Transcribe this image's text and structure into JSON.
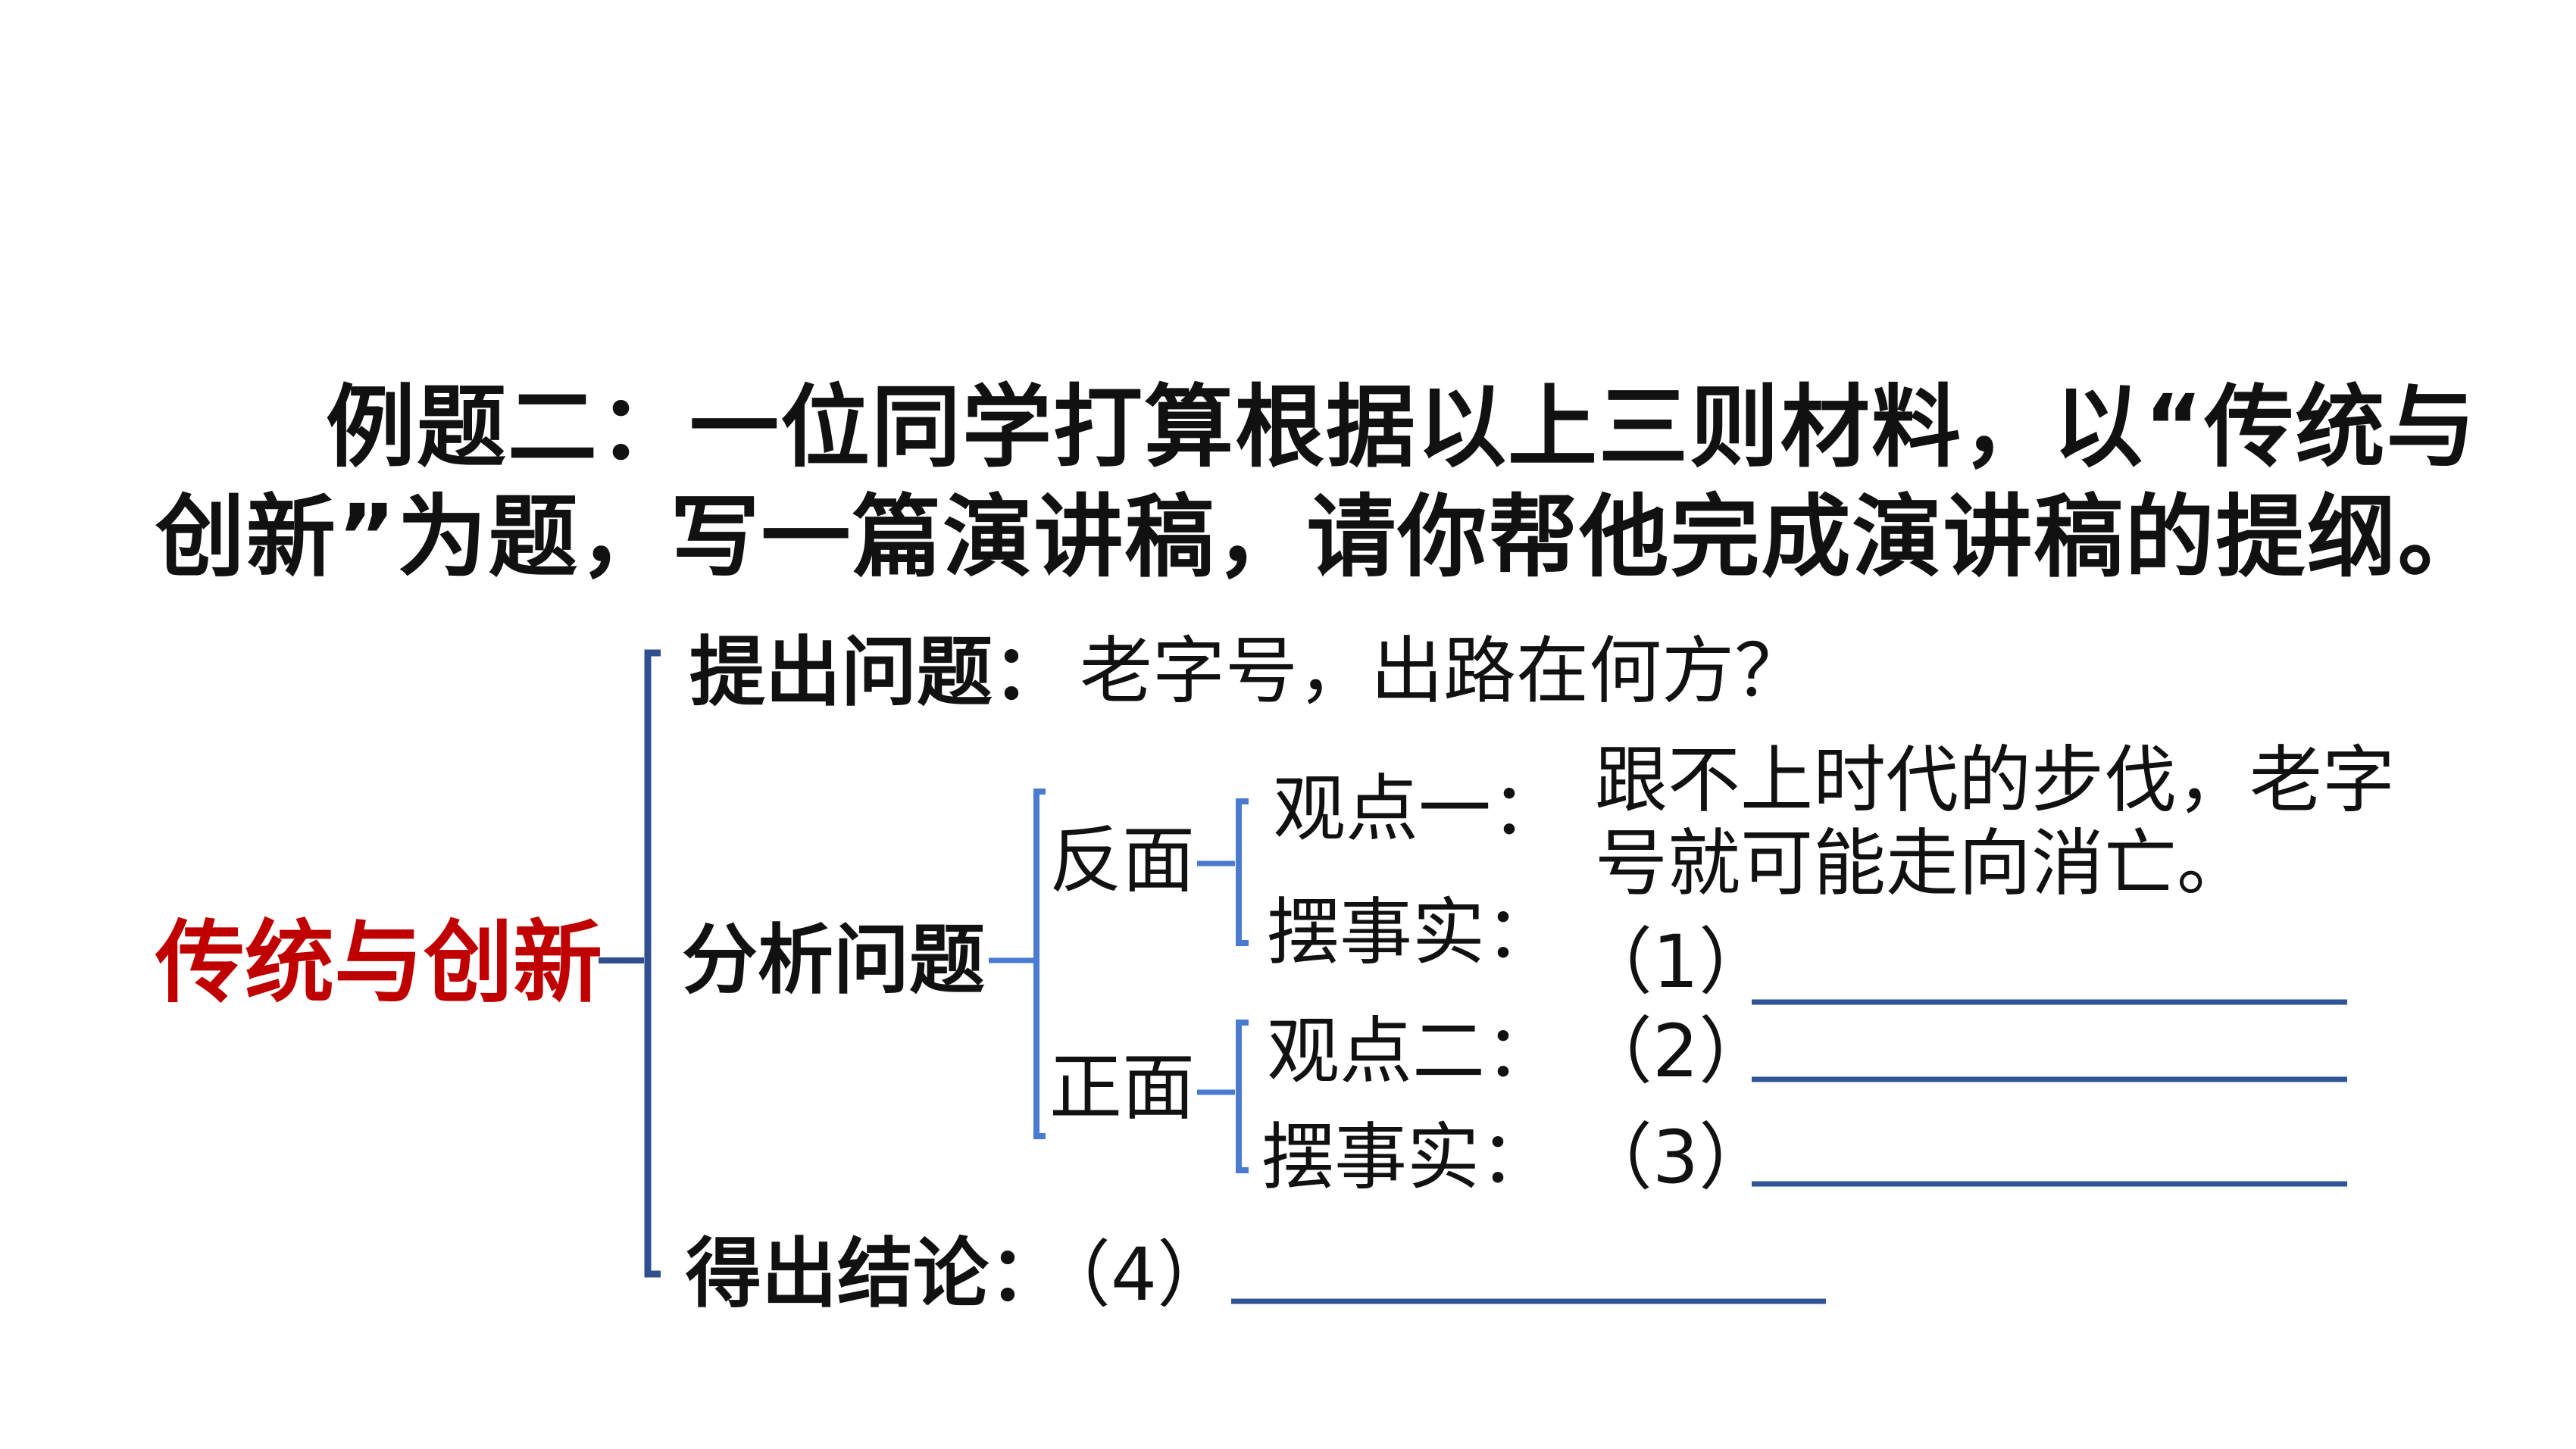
{
  "question": {
    "line1": "例题二：一位同学打算根据以上三则材料，以“传统与",
    "line2": "创新”为题，写一篇演讲稿，请你帮他完成演讲稿的提纲。"
  },
  "diagram": {
    "root": "传统与创新",
    "raise": {
      "label": "提出问题：",
      "text": "老字号，出路在何方？"
    },
    "analyze": {
      "label": "分析问题",
      "negative": {
        "label": "反面",
        "viewpoint_label": "观点一：",
        "viewpoint_text": "跟不上时代的步伐，老字号就可能走向消亡。",
        "facts_label": "摆事实：",
        "facts_blank": "（1）"
      },
      "positive": {
        "label": "正面",
        "viewpoint_label": "观点二：",
        "viewpoint_blank": "（2）",
        "facts_label": "摆事实：",
        "facts_blank": "（3）"
      }
    },
    "conclude": {
      "label": "得出结论：",
      "blank": "（4）"
    }
  },
  "colors": {
    "accent_red": "#c00000",
    "main_bracket": "#2f4f8f",
    "sub_bracket": "#4a7bd1",
    "answer_line": "#2f5597"
  }
}
